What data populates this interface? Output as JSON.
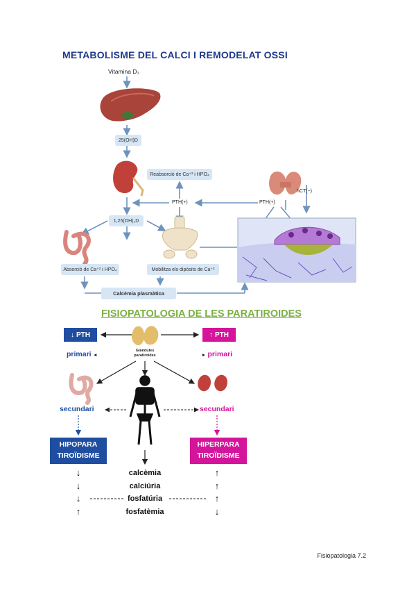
{
  "section1": {
    "title": "METABOLISME DEL CALCI I REMODELAT OSSI",
    "vitamin_d3": "Vitamina D₃",
    "hydroxy25": "25(OH)D",
    "reabsorption": "Reabsorció de Ca⁺² i HPO₄",
    "pth_center": "PTH(+)",
    "pth_right": "PTH(+)",
    "hct": "hCT(−)",
    "dihydroxy": "1,25(OH)₂D",
    "absorption": "Absorció de Ca⁺² i HPO₄",
    "mobilize": "Mobilitza els dipòsits de Ca⁺²",
    "plasma": "Calcèmia plasmàtica"
  },
  "section2": {
    "title": "FISIOPATOLOGIA DE LES PARATIROIDES",
    "pth_low": "PTH",
    "pth_high": "PTH",
    "primary_left": "primari",
    "primary_right": "primari",
    "glands_label": "Glàndules paratiroides",
    "secondary_left": "secundari",
    "secondary_right": "secundari",
    "hypo_line1": "HIPOPARA",
    "hypo_line2": "TIROÏDISME",
    "hyper_line1": "HIPERPARA",
    "hyper_line2": "TIROÏDISME",
    "params": [
      "calcèmia",
      "calciúria",
      "fosfatúria",
      "fosfatèmia"
    ],
    "left_arrows": [
      "↓",
      "↓",
      "↓",
      "↑"
    ],
    "right_arrows": [
      "↑",
      "↑",
      "↑",
      "↓"
    ]
  },
  "footer": "Fisiopatologia 7.2",
  "colors": {
    "title_blue": "#1f3a8a",
    "title_green": "#7bb043",
    "hypo_blue": "#1f4ea1",
    "hyper_magenta": "#d4149a",
    "label_box": "#d6e6f5",
    "flow_arrow": "#6e93bd"
  }
}
